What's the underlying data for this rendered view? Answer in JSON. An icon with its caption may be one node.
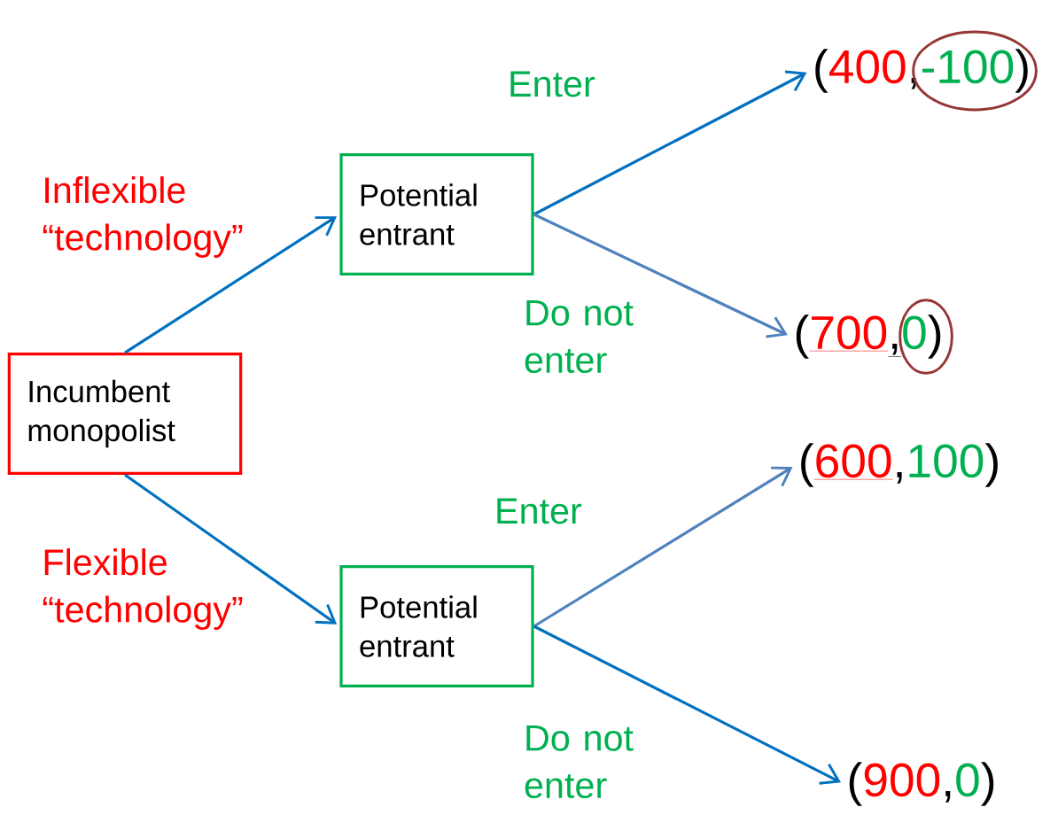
{
  "diagram": {
    "nodes": [
      {
        "text": [
          "Incumbent monopolist"
        ]
      },
      {
        "text": [
          "Potential entrant"
        ]
      },
      {
        "text": [
          "Potential entrant"
        ]
      },
      {
        "text": [
          "(",
          "400",
          ",",
          "-100",
          ")"
        ]
      },
      {
        "text": [
          "(",
          "700",
          ",",
          "0",
          ")"
        ]
      },
      {
        "text": [
          "(",
          "600",
          ",",
          "100",
          ")"
        ]
      },
      {
        "text": [
          "(",
          "900",
          ",",
          "0",
          ")"
        ]
      }
    ],
    "edges": [
      {
        "from": 0,
        "to": 1,
        "arrow": "to",
        "label": "Inflexible “technology”"
      },
      {
        "from": 0,
        "to": 2,
        "arrow": "to",
        "label": "Flexible “technology”"
      },
      {
        "from": 1,
        "to": 3,
        "arrow": "to",
        "label": "Enter"
      },
      {
        "from": 1,
        "to": 4,
        "arrow": "to",
        "label": "Do not enter",
        "color": "#4f81bd"
      },
      {
        "from": 2,
        "to": 5,
        "arrow": "to",
        "label": "Enter",
        "color": "#4f81bd"
      },
      {
        "from": 2,
        "to": 6,
        "arrow": "to",
        "label": "Do not enter"
      }
    ]
  }
}
